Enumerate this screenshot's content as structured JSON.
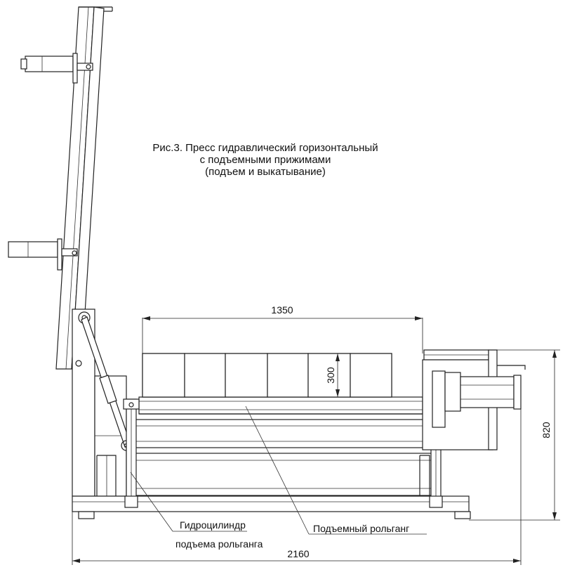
{
  "caption": {
    "line1": "Рис.3. Пресс гидравлический горизонтальный",
    "line2": "с подъемными прижимами",
    "line3": "(подъем и выкатывание)"
  },
  "dimensions": {
    "width_top": "1350",
    "plate_height": "300",
    "overall_height": "820",
    "overall_length": "2160"
  },
  "callouts": {
    "hydraulic_cylinder_line1": "Гидроцилиндр",
    "hydraulic_cylinder_line2": "подъема рольганга",
    "lifting_roller_table": "Подъемный рольганг"
  }
}
